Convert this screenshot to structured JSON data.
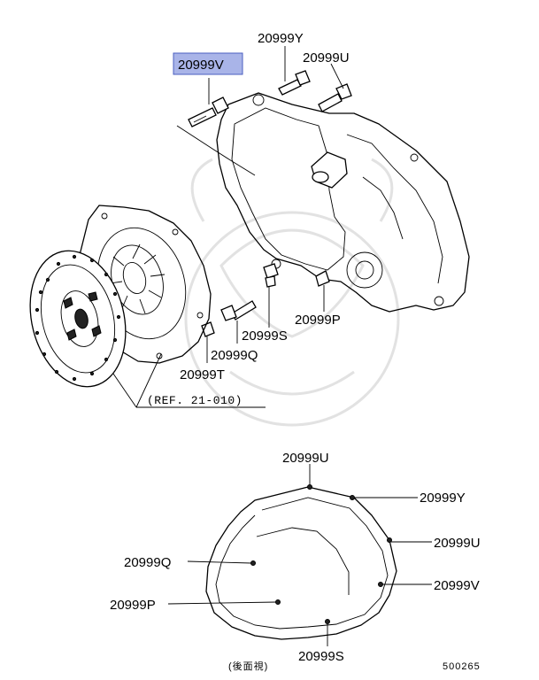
{
  "upper_labels": {
    "highlighted": "20999V",
    "bolt_y": "20999Y",
    "bolt_u": "20999U",
    "bolt_p": "20999P",
    "bolt_s": "20999S",
    "bolt_q": "20999Q",
    "bolt_t": "20999T"
  },
  "reference": "(REF. 21-010)",
  "lower_labels": {
    "u_top": "20999U",
    "y": "20999Y",
    "u_right": "20999U",
    "v": "20999V",
    "q": "20999Q",
    "p": "20999P",
    "s": "20999S"
  },
  "view_caption": "(後面視)",
  "diagram_number": "500265",
  "colors": {
    "highlight": "#a9b4e8"
  }
}
